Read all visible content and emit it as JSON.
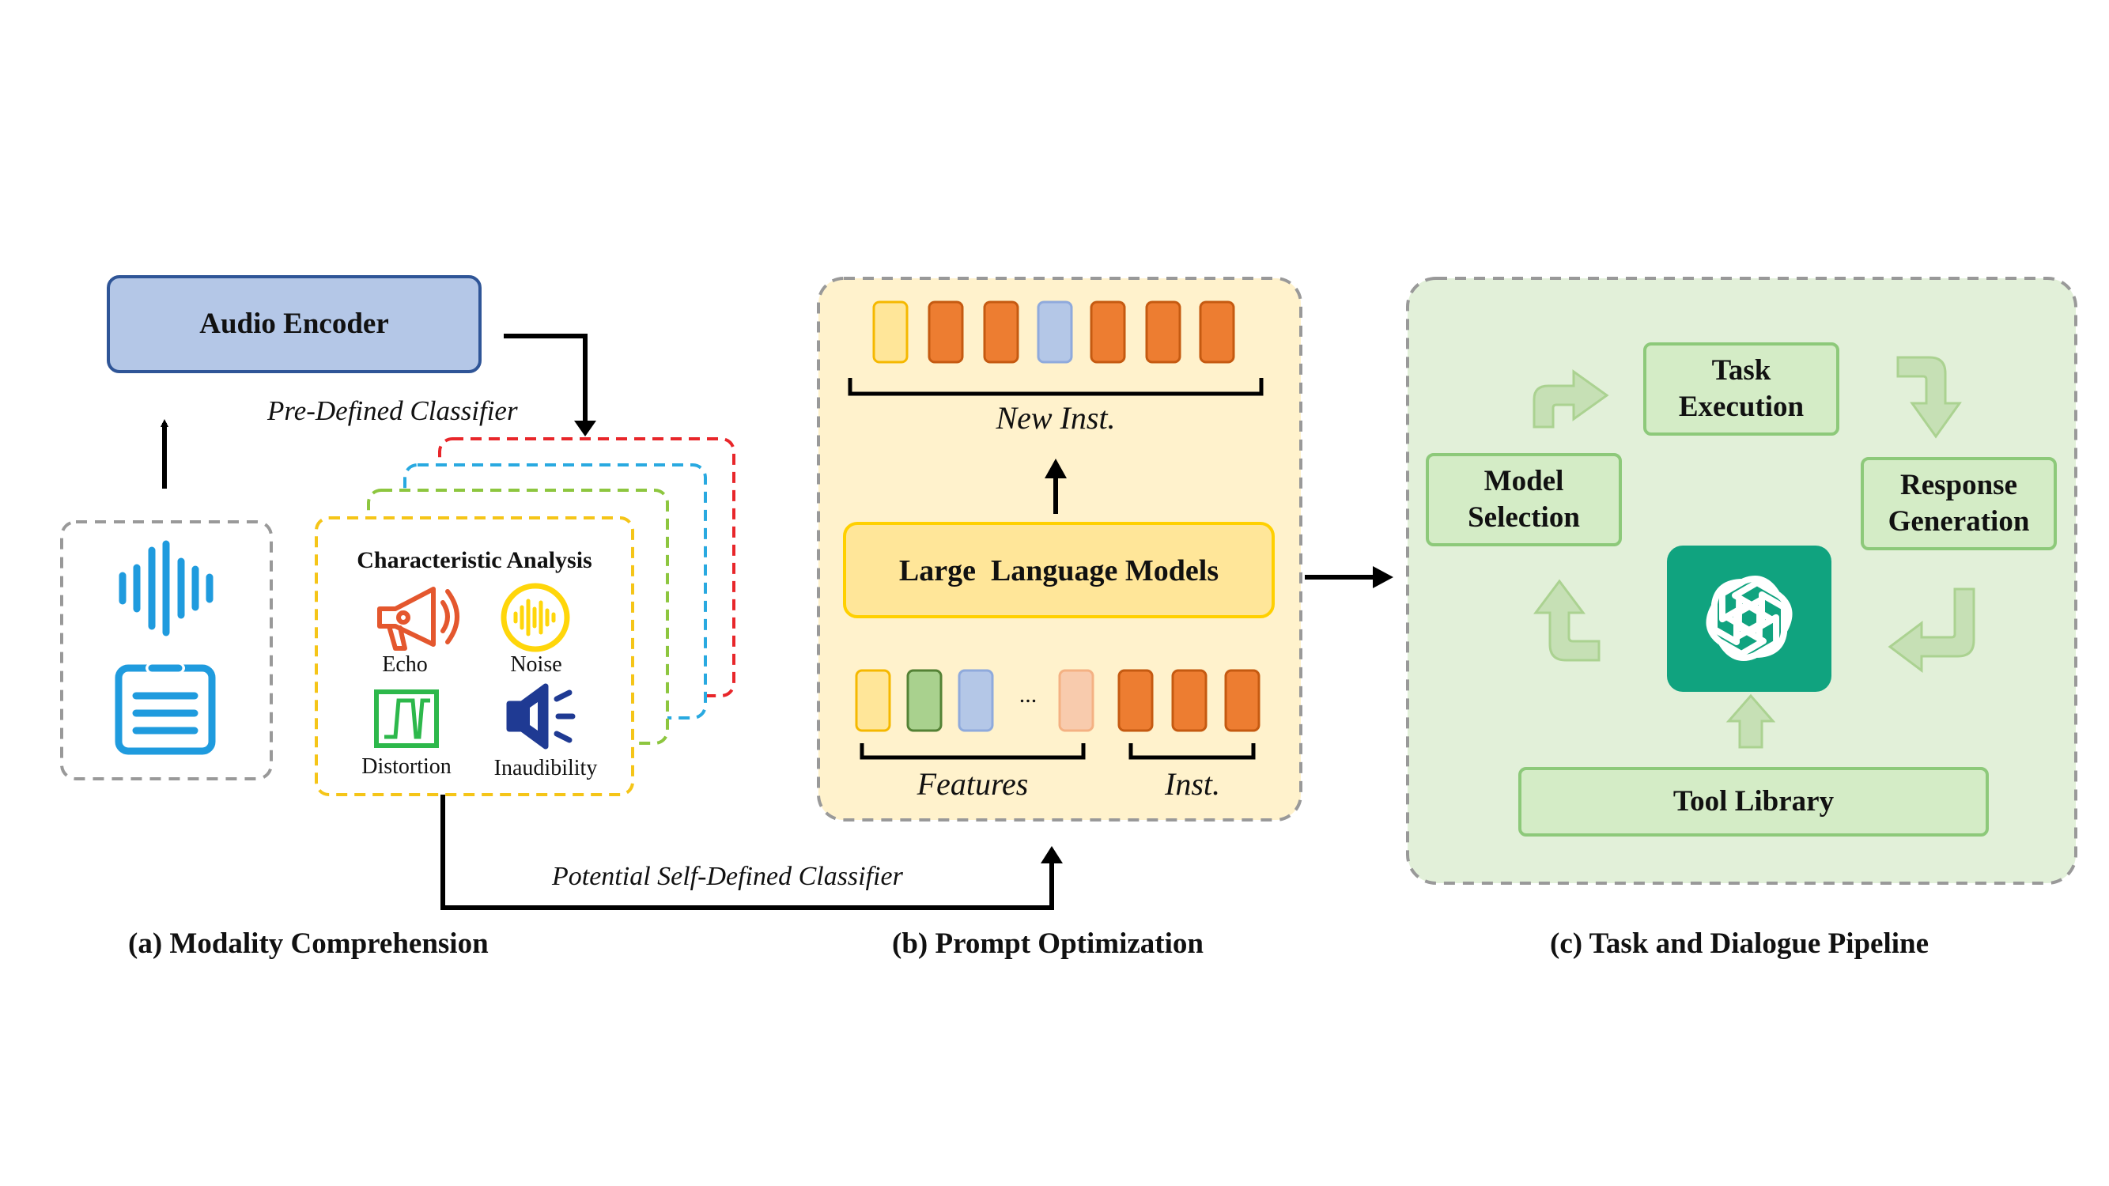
{
  "panel_a": {
    "encoder": "Audio Encoder",
    "predefined": "Pre-Defined Classifier",
    "char_title": "Characteristic Analysis",
    "items": [
      "Echo",
      "Noise",
      "Distortion",
      "Inaudibility"
    ],
    "potential": "Potential Self-Defined Classifier",
    "caption": "(a) Modality Comprehension"
  },
  "panel_b": {
    "new_inst": "New Inst.",
    "llm": "Large  Language Models",
    "ellipsis": "...",
    "features": "Features",
    "inst": "Inst.",
    "caption": "(b) Prompt Optimization"
  },
  "panel_c": {
    "task_exec": "Task\nExecution",
    "model_sel": "Model\nSelection",
    "response": "Response\nGeneration",
    "tool_lib": "Tool Library",
    "caption": "(c) Task and Dialogue Pipeline"
  },
  "colors": {
    "encoder_fill": "#b4c7e7",
    "encoder_border": "#2f5597",
    "orange": "#ed7d31",
    "yellow": "#ffe699",
    "blue_token": "#b4c7e7",
    "green_token": "#a9d18e",
    "peach": "#f8cbad",
    "panel_b_bg": "#fff2cc",
    "panel_c_bg": "#e2f0d9",
    "openai_green": "#10a37f",
    "icon_blue": "#1f9bde",
    "echo_red": "#e4572e",
    "noise_yellow": "#ffd60a",
    "distortion_green": "#2db84b",
    "inaudible_navy": "#1f3a93"
  },
  "icons": [
    "waveform-icon",
    "document-icon",
    "megaphone-icon",
    "soundwave-icon",
    "square-wave-icon",
    "muted-speaker-icon",
    "openai-logo-icon"
  ]
}
